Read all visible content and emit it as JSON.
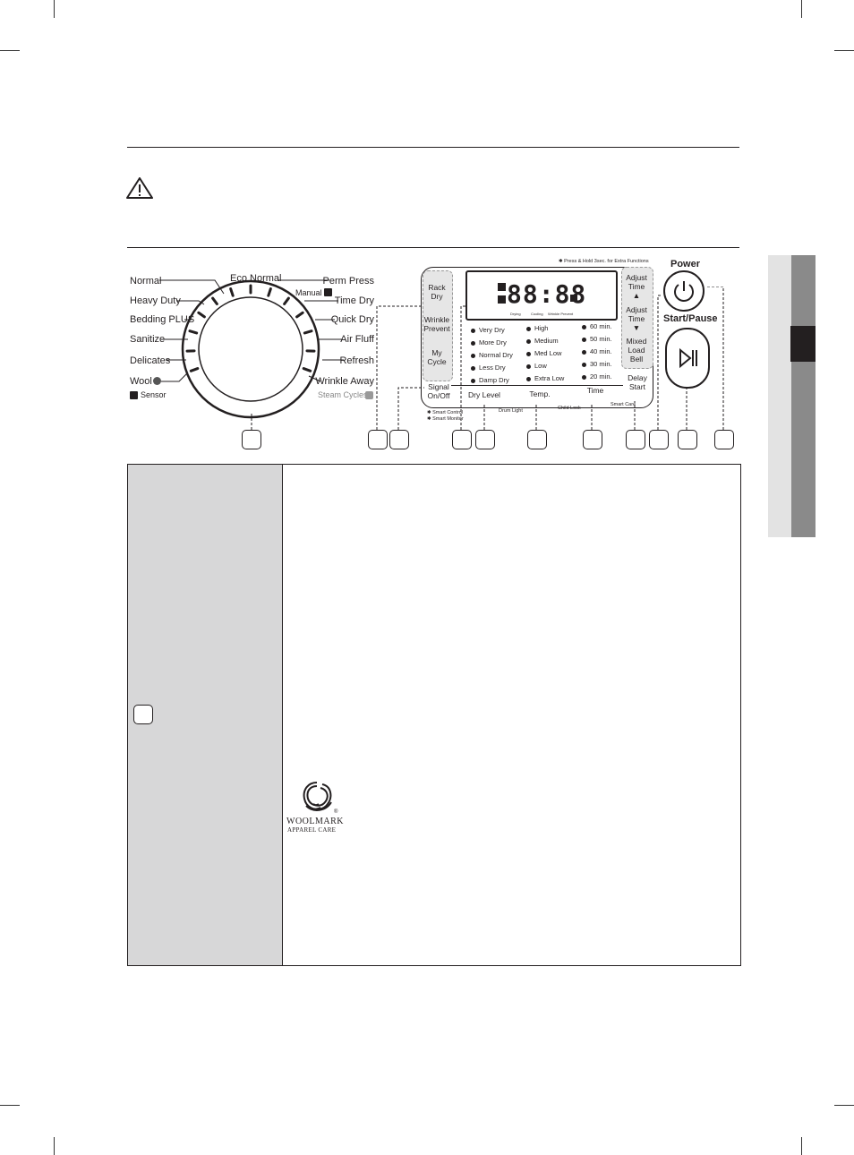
{
  "panel": {
    "note_top": "✱ Press & Hold 3sec. for Extra Functions",
    "dial_cycles_left": [
      "Normal",
      "Heavy Duty",
      "Bedding PLUS",
      "Sanitize",
      "Delicates",
      "Wool"
    ],
    "dial_top": "Eco Normal",
    "dial_cycles_right": [
      "Perm Press",
      "Time Dry",
      "Quick Dry",
      "Air Fluff",
      "Refresh",
      "Wrinkle Away"
    ],
    "manual_label": "Manual",
    "sensor_label": "Sensor",
    "steam_label": "Steam Cycles",
    "left_buttons": [
      "Rack Dry",
      "Wrinkle Prevent",
      "My Cycle"
    ],
    "signal_label": "Signal On/Off",
    "smart_control": "✱ Smart Control",
    "smart_monitor": "✱ Smart Monitor",
    "display_digits": "88:88",
    "display_icons": [
      "Drying",
      "Cooling",
      "Wrinkle Prevent"
    ],
    "dry_levels": [
      "Very Dry",
      "More Dry",
      "Normal Dry",
      "Less Dry",
      "Damp Dry"
    ],
    "temps": [
      "High",
      "Medium",
      "Med Low",
      "Low",
      "Extra Low"
    ],
    "times": [
      "60 min.",
      "50 min.",
      "40 min.",
      "30 min.",
      "20 min."
    ],
    "bottom_buttons": [
      "Dry Level",
      "Temp.",
      "Time"
    ],
    "delay_start": "Delay Start",
    "drum_light": "Drum Light",
    "child_lock": "Child Lock",
    "smart_care": "Smart Care",
    "right_buttons": [
      "Adjust Time ▲",
      "Adjust Time ▼",
      "Mixed Load Bell"
    ],
    "power_label": "Power",
    "start_pause_label": "Start/Pause"
  },
  "woolmark": {
    "brand": "WOOLMARK",
    "sub": "APPAREL CARE",
    "reg": "®"
  }
}
